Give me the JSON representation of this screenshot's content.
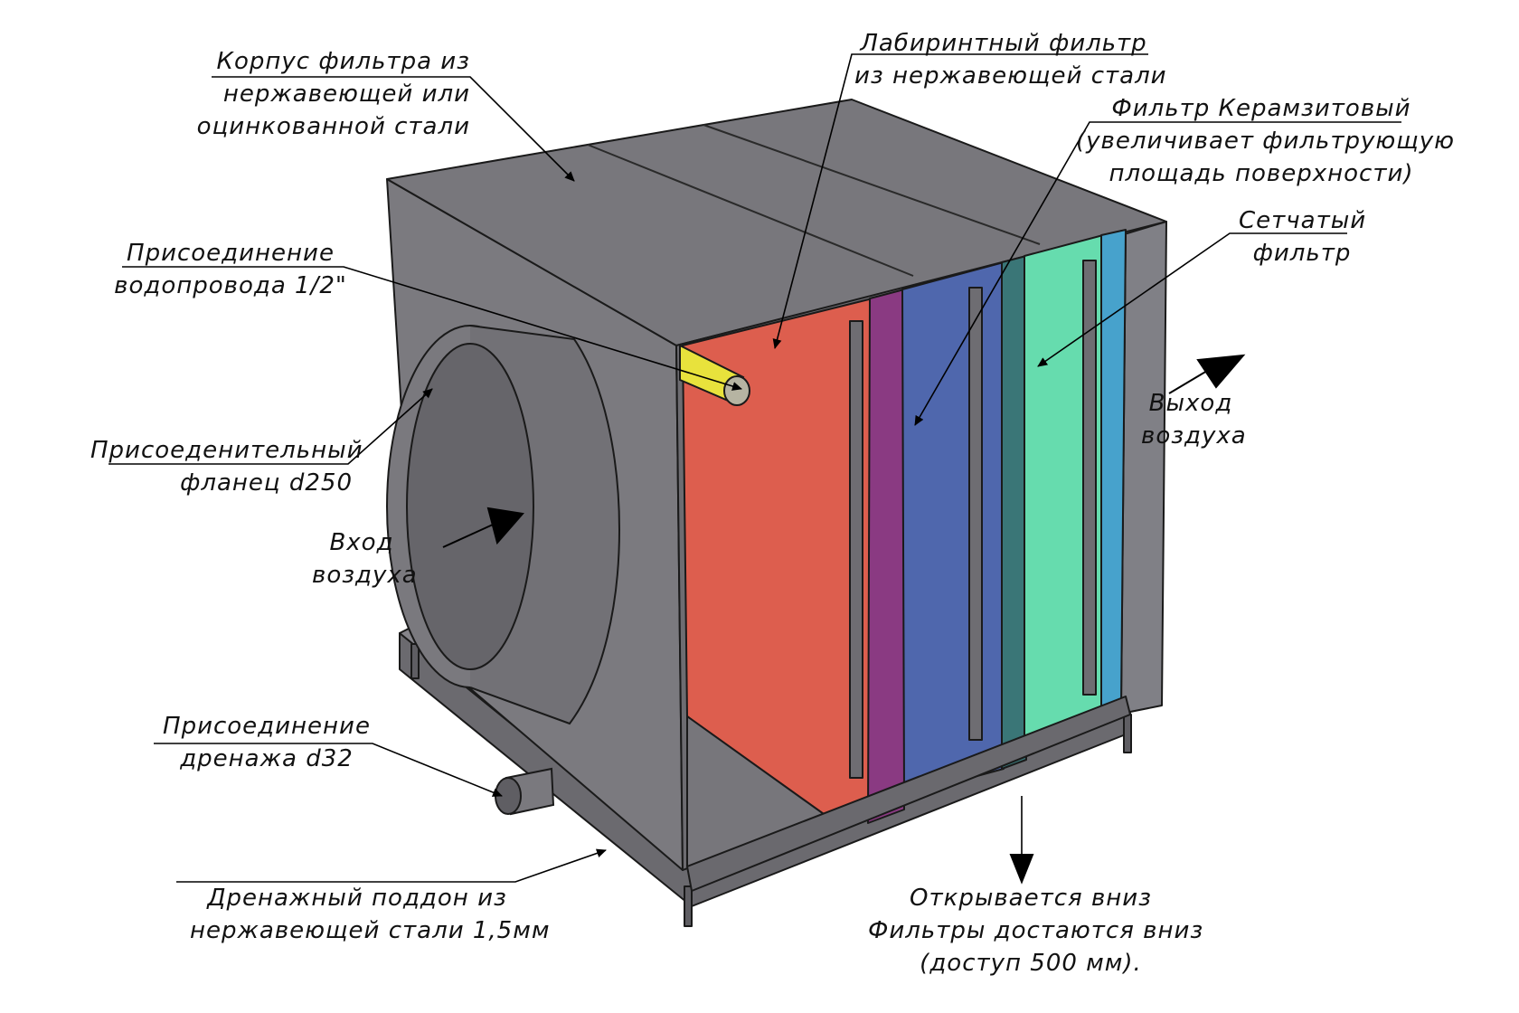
{
  "labels": {
    "housing": [
      "Корпус фильтра из",
      "нержавеющей или",
      "оцинкованной стали"
    ],
    "labyrinth": [
      "Лабиринтный фильтр",
      "из нержавеющей стали"
    ],
    "ceramsite": [
      "Фильтр Керамзитовый",
      "(увеличивает фильтрующую",
      "площадь поверхности)"
    ],
    "mesh": [
      "Сетчатый",
      "фильтр"
    ],
    "water": [
      "Присоединение",
      "водопровода 1/2\""
    ],
    "flange": [
      "Присоеденительный",
      "фланец d250"
    ],
    "air_in": [
      "Вход",
      "воздуха"
    ],
    "air_out": [
      "Выход",
      "воздуха"
    ],
    "drain_conn": [
      "Присоединение",
      "дренажа d32"
    ],
    "tray": [
      "Дренажный поддон из",
      "нержавеющей стали 1,5мм"
    ],
    "opens": [
      "Открывается вниз",
      "Фильтры достаются вниз",
      "(доступ 500 мм)."
    ]
  },
  "colors": {
    "body": "#7c7b80",
    "top": "#737277",
    "front": "#6e6d72",
    "labyrinth": "#dd5e4e",
    "purple": "#8a3a82",
    "blue": "#4f67ad",
    "teal": "#3a7677",
    "green": "#66dcae",
    "lightblue": "#47a2cc",
    "pipe": "#e8e23c"
  }
}
